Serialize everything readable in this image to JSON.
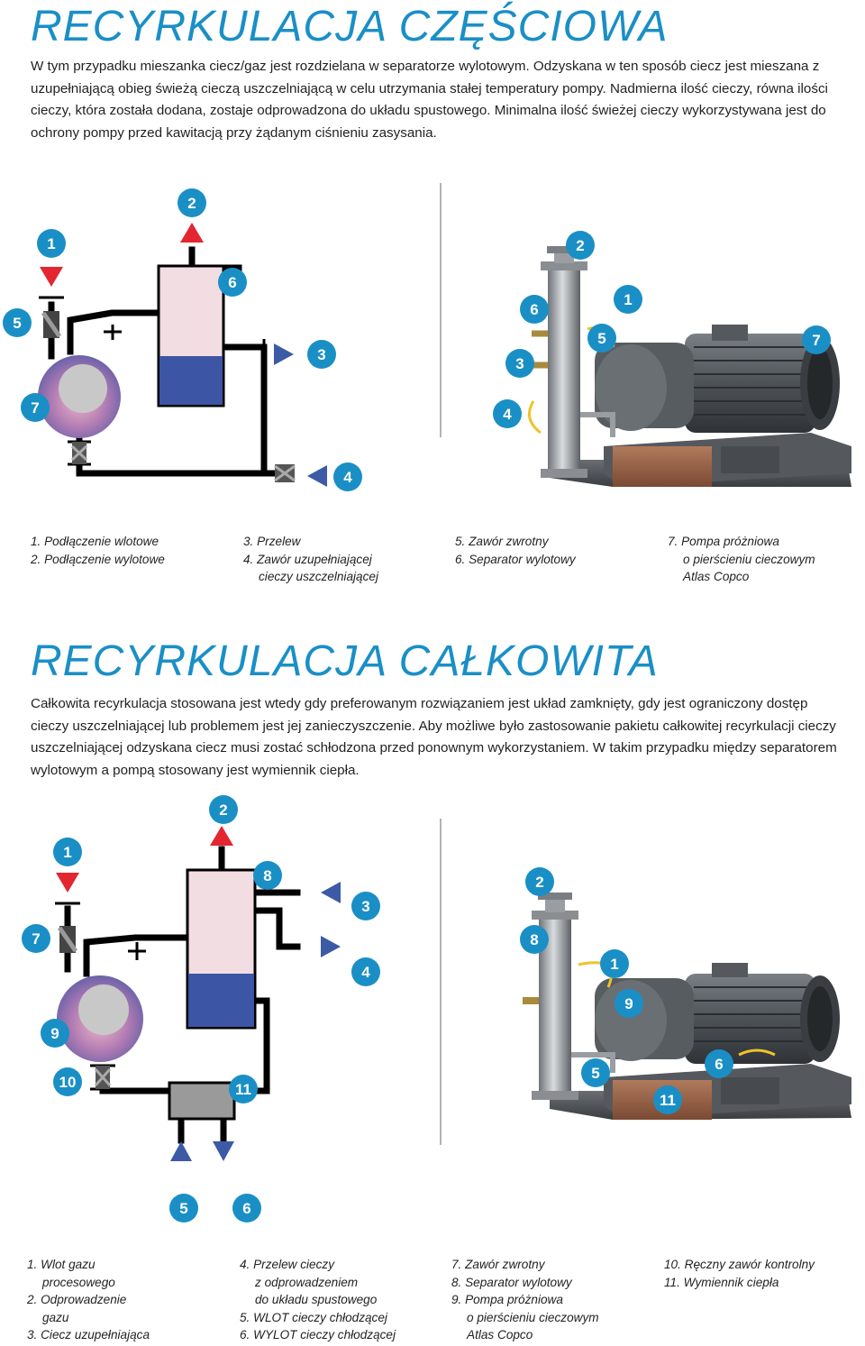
{
  "section1": {
    "title": "RECYRKULACJA CZĘŚCIOWA",
    "paragraph": "W tym przypadku mieszanka ciecz/gaz jest rozdzielana w separatorze wylotowym. Odzyskana w ten sposób ciecz jest mieszana z uzupełniającą obieg świeżą cieczą uszczelniającą  w celu utrzymania stałej temperatury pompy. Nadmierna ilość cieczy, równa ilości cieczy, która została dodana, zostaje odprowadzona do układu spustowego. Minimalna ilość świeżej cieczy wykorzystywana jest do ochrony pompy przed kawitacją przy żądanym ciśnieniu zasysania.",
    "schematic_labels": {
      "n1": "1",
      "n2": "2",
      "n3": "3",
      "n4": "4",
      "n5": "5",
      "n6": "6",
      "n7": "7"
    },
    "photo_labels": {
      "n1": "1",
      "n2": "2",
      "n3": "3",
      "n4": "4",
      "n5": "5",
      "n6": "6",
      "n7": "7"
    },
    "legend": {
      "col1": [
        "1. Podłączenie wlotowe",
        "2. Podłączenie wylotowe"
      ],
      "col2": [
        "3. Przelew",
        "4. Zawór uzupełniającej",
        "cieczy uszczelniającej"
      ],
      "col3": [
        "5. Zawór zwrotny",
        "6. Separator wylotowy"
      ],
      "col4": [
        "7. Pompa próżniowa",
        "o pierścieniu cieczowym",
        "Atlas Copco"
      ]
    }
  },
  "section2": {
    "title": "RECYRKULACJA CAŁKOWITA",
    "paragraph": "Całkowita recyrkulacja stosowana jest wtedy gdy preferowanym rozwiązaniem jest układ zamknięty, gdy jest ograniczony dostęp cieczy uszczelniającej lub problemem jest jej zanieczyszczenie. Aby możliwe było zastosowanie pakietu całkowitej recyrkulacji cieczy uszczelniającej odzyskana ciecz musi zostać schłodzona przed ponownym wykorzystaniem. W takim przypadku między separatorem wylotowym a pompą stosowany jest wymiennik ciepła.",
    "schematic_labels": {
      "n1": "1",
      "n2": "2",
      "n3": "3",
      "n4": "4",
      "n5": "5",
      "n6": "6",
      "n7": "7",
      "n8": "8",
      "n9": "9",
      "n10": "10",
      "n11": "11"
    },
    "photo_labels": {
      "n1": "1",
      "n2": "2",
      "n5": "5",
      "n6": "6",
      "n8": "8",
      "n9": "9",
      "n11": "11"
    },
    "legend": {
      "col1": [
        "1. Wlot gazu",
        "procesowego",
        "2. Odprowadzenie",
        "gazu",
        "3. Ciecz uzupełniająca"
      ],
      "col2": [
        "4. Przelew cieczy",
        "z odprowadzeniem",
        "do układu spustowego",
        "5. WLOT cieczy chłodzącej",
        "6. WYLOT cieczy chłodzącej"
      ],
      "col3": [
        "7. Zawór zwrotny",
        "8. Separator wylotowy",
        "9. Pompa próżniowa",
        "o pierścieniu cieczowym",
        "Atlas Copco"
      ],
      "col4": [
        "10. Ręczny zawór kontrolny",
        "11. Wymiennik ciepła"
      ]
    }
  },
  "colors": {
    "title": "#1a8fc6",
    "badge": "#1a8fc6",
    "inlet_arrow": "#e3262f",
    "outlet_arrow": "#3c5aa6",
    "tank_top": "#f2dde2",
    "tank_liquid": "#3c55a5",
    "pipe": "#000000",
    "exchanger": "#9a9a9a"
  }
}
